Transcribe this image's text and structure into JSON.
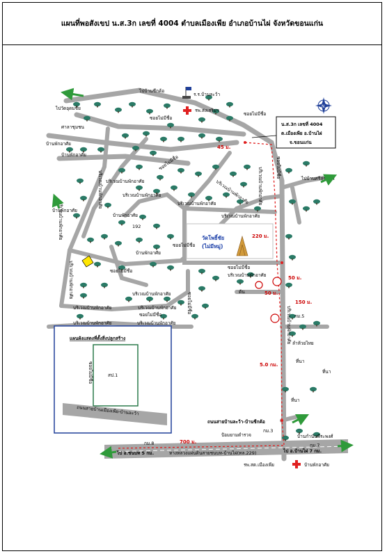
{
  "title": "แผนที่พอสังเขป น.ส.3ก เลขที่ 4004  ตำบลเมืองเพีย  อำเภอบ้านไผ่  จังหวัดขอนแก่น",
  "colors": {
    "road": "#a6a6a6",
    "road_main": "#a6a6a6",
    "tree": "#2a7a66",
    "route": "#e02020",
    "plot": "#ffe600",
    "inset_border": "#1f3f99",
    "arrow": "#2f9a3a"
  },
  "info_box": {
    "line1": "น.ส.3ก เลขที่ 4004",
    "line2": "ต.เมืองเพีย  อ.บ้านไผ่",
    "line3": "จ.ขอนแก่น"
  },
  "compass_label": "N",
  "temple": {
    "name1": "วัดโพธิ์ชัย",
    "name2": "(ไม่มีหมู่)"
  },
  "distances": {
    "d45": "45 ม.",
    "d220": "220 ม.",
    "d50a": "50 ม.",
    "d50b": "50 ม.",
    "d150": "150 ม.",
    "d5km": "5.0 กม.",
    "d700": "700 ม."
  },
  "inset": {
    "title": "แผนผังแสดงที่ตั้งสิ่งปลูกสร้าง",
    "building": "สป.1",
    "soi": "ซอยไม่มีชื่อ",
    "road": "ถนนสายบ้านเมืองเพีย-บ้านละว้า"
  },
  "labels": {
    "to_ban_chikkhor_top": "ไปบ้านชีกค้อ",
    "school": "ร.ร.บ้านละว้า",
    "health": "รพ.ส่งเสริมฯ",
    "to_wat_nong": "ไปวัดอุดมชัย",
    "soi_no_name_a": "ซอยไม่มีชื่อ",
    "soi_no_name_b": "ซอยไม่มีชื่อ",
    "soi_no_name_c": "ซอยไม่มีชื่อ",
    "soi_no_name_d": "ซอยไม่มีชื่อ",
    "soi_no_name_e": "ซอยไม่มีชื่อ",
    "soi_no_name_f": "ซอยไม่มีชื่อ",
    "soi_no_name_g": "ซอยไม่มีชื่อ",
    "soi_no_name_h": "ซอยไม่มีชื่อ",
    "soi_no_name_i": "ซอยไม่มีชื่อ",
    "chum_chon": "ศาลาชุมชน",
    "ban_phak_a": "บ้านพักอาศัย",
    "ban_phak_b": "บ้านพักอาศัย",
    "ban_phak_c": "บ้านพักอาศัย",
    "ban_phak_d": "บ้านพักอาศัย",
    "ban_phak_e": "บ้านพักอาศัย",
    "borwen_a": "บริเวณบ้านพักอาศัย",
    "borwen_b": "บริเวณบ้านพักอาศัย",
    "borwen_c": "บริเวณบ้านพักอาศัย",
    "borwen_d": "บริเวณบ้านพักอาศัย",
    "borwen_e": "บริเวณบ้านพักอาศัย",
    "borwen_f": "บริเวณบ้านพักอาศัย",
    "borwen_g": "บริเวณบ้านพักอาศัย",
    "borwen_h": "บริเวณบ้านพักอาศัย",
    "borwen_i": "บริเวณบ้านพักอาศัย",
    "borwen_j": "บริเวณบ้านพักอาศัย",
    "borwen_k": "บริเวณบ้านพักอาศัย",
    "borwen_l": "บริเวณบ้านพักอาศัย",
    "borwen_m": "บริเวณบ้านพักอาศัย",
    "borwen_n": "บริเวณบ้านพักอาศัย",
    "borwen_o": "บริเวณบ้านพักอาศัย",
    "borwen_p": "บริเวณบ้านพักอาศัย",
    "num192": "192",
    "rice_a": "ที่นา",
    "rice_b": "ที่นา",
    "rice_c": "ที่นา",
    "pond": "ลำห้วยไทย",
    "ton": "ต้น",
    "km3": "กม.3",
    "km5": "กม.5",
    "km7": "กม.7",
    "km8": "กม.8",
    "main_road_name": "ถนนสายบ้านละว้า-บ้านชีกค้อ",
    "to_ban_sakhon": "ไปบ้านศรีสุขนคร",
    "to_ban_chikkhor": "ไปบ้านชีกค้อ",
    "hwy_left": "ไป อ.ชนบท 5 กม.",
    "hwy_center": "ทางหลวงแผ่นดินสายชนบท-บ้านไผ่(ทล.229)",
    "hwy_right": "ไป อ.บ้านไผ่ 7 กม.",
    "police": "ป้อมยามตำรวจ",
    "wat_sri": "บ้านกำนันพีระพงศ์",
    "clinic": "รพ.สต.เมืองเพีย",
    "home_bottom": "บ้านพักอาศัย"
  }
}
